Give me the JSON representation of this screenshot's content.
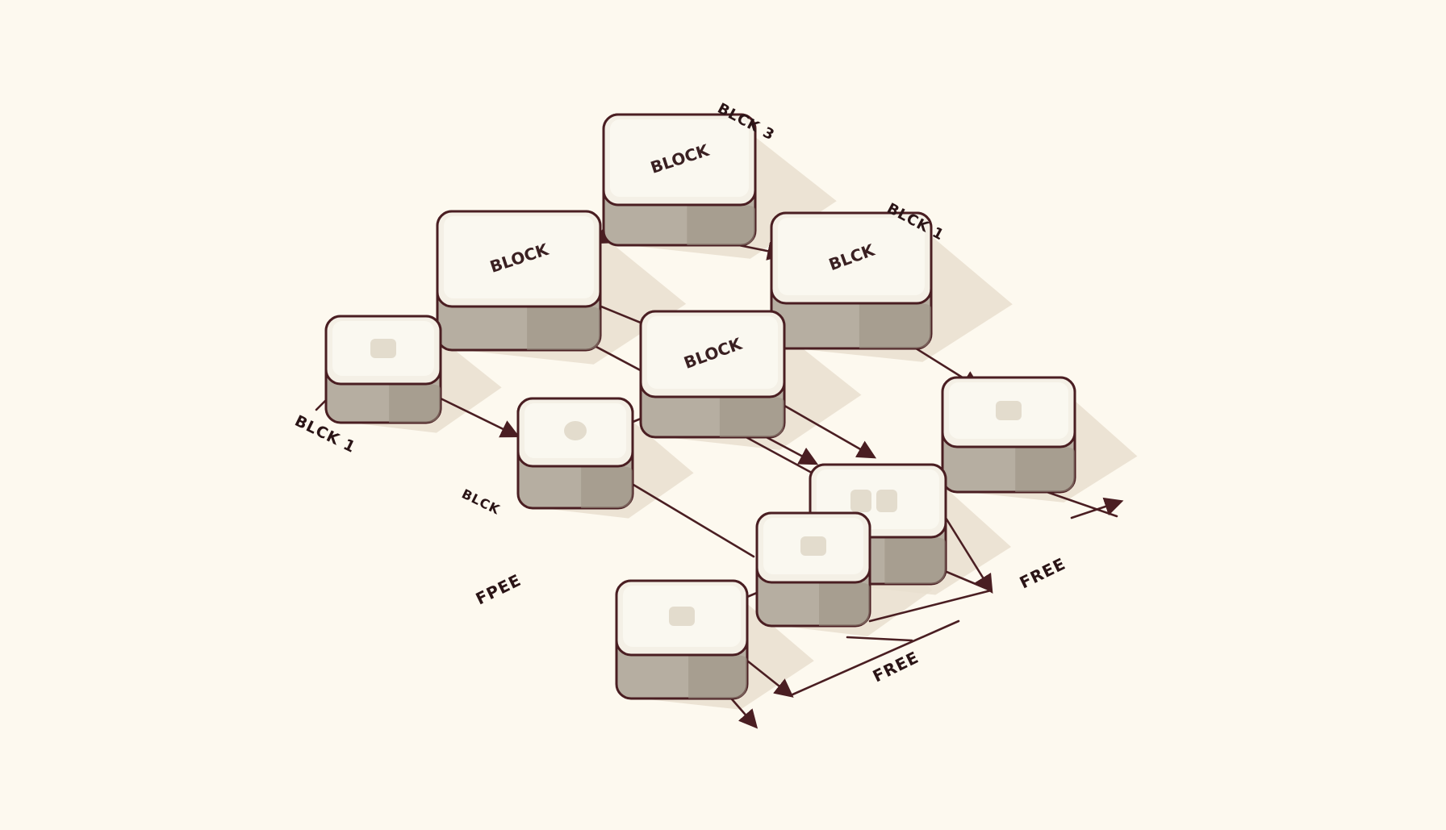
{
  "colors": {
    "background": "#fdf9ef",
    "outline": "#4a1e22",
    "block_top": "#f4f0e6",
    "block_top_inner": "#fbf8f1",
    "block_side": "#b6aea1",
    "block_side_dark": "#9a9184",
    "shadow": "#e9dfcf",
    "connector": "#4a1e22"
  },
  "blocks": [
    {
      "id": "b3",
      "label": "BLOCK",
      "mark": "text"
    },
    {
      "id": "b2",
      "label": "BLOCK",
      "mark": "text"
    },
    {
      "id": "b4",
      "label": "BLCK",
      "mark": "text"
    },
    {
      "id": "bc",
      "label": "BLOCK",
      "mark": "text"
    },
    {
      "id": "b1",
      "label": "",
      "mark": "square"
    },
    {
      "id": "bd",
      "label": "",
      "mark": "circle"
    },
    {
      "id": "be",
      "label": "",
      "mark": "square"
    },
    {
      "id": "bf",
      "label": "",
      "mark": "bars"
    },
    {
      "id": "bg",
      "label": "",
      "mark": "square"
    },
    {
      "id": "bh",
      "label": "",
      "mark": "square"
    }
  ],
  "labels": {
    "block3": "BLCK 3",
    "block4": "BLCK 1",
    "block1": "BLCK 1",
    "block_small": "BLCK",
    "free_left": "FPEE",
    "free_right": "FREE",
    "free_bottom": "FREE"
  }
}
